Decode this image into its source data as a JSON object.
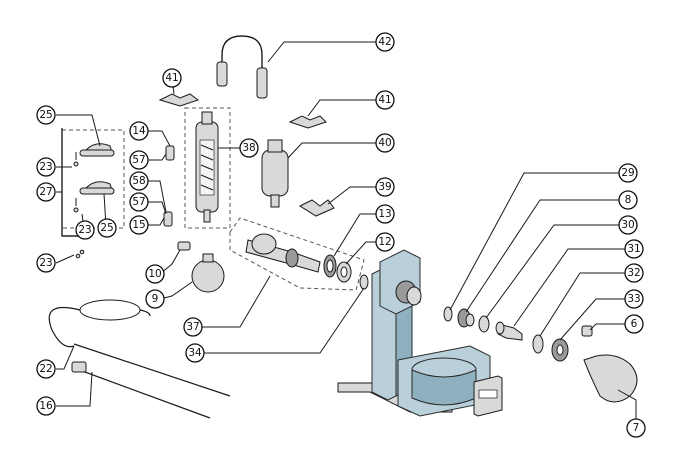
{
  "diagram": {
    "callouts": [
      {
        "id": "c42",
        "label": "42"
      },
      {
        "id": "c41a",
        "label": "41"
      },
      {
        "id": "c41b",
        "label": "41"
      },
      {
        "id": "c25a",
        "label": "25"
      },
      {
        "id": "c14",
        "label": "14"
      },
      {
        "id": "c38",
        "label": "38"
      },
      {
        "id": "c40",
        "label": "40"
      },
      {
        "id": "c23a",
        "label": "23"
      },
      {
        "id": "c57a",
        "label": "57"
      },
      {
        "id": "c58",
        "label": "58"
      },
      {
        "id": "c27",
        "label": "27"
      },
      {
        "id": "c57b",
        "label": "57"
      },
      {
        "id": "c39",
        "label": "39"
      },
      {
        "id": "c29",
        "label": "29"
      },
      {
        "id": "c8",
        "label": "8"
      },
      {
        "id": "c23b",
        "label": "23"
      },
      {
        "id": "c25b",
        "label": "25"
      },
      {
        "id": "c15",
        "label": "15"
      },
      {
        "id": "c13",
        "label": "13"
      },
      {
        "id": "c30",
        "label": "30"
      },
      {
        "id": "c12",
        "label": "12"
      },
      {
        "id": "c31",
        "label": "31"
      },
      {
        "id": "c23c",
        "label": "23"
      },
      {
        "id": "c10",
        "label": "10"
      },
      {
        "id": "c32",
        "label": "32"
      },
      {
        "id": "c9",
        "label": "9"
      },
      {
        "id": "c33",
        "label": "33"
      },
      {
        "id": "c6",
        "label": "6"
      },
      {
        "id": "c37",
        "label": "37"
      },
      {
        "id": "c34",
        "label": "34"
      },
      {
        "id": "c22",
        "label": "22"
      },
      {
        "id": "c16",
        "label": "16"
      },
      {
        "id": "c7",
        "label": "7"
      }
    ]
  }
}
